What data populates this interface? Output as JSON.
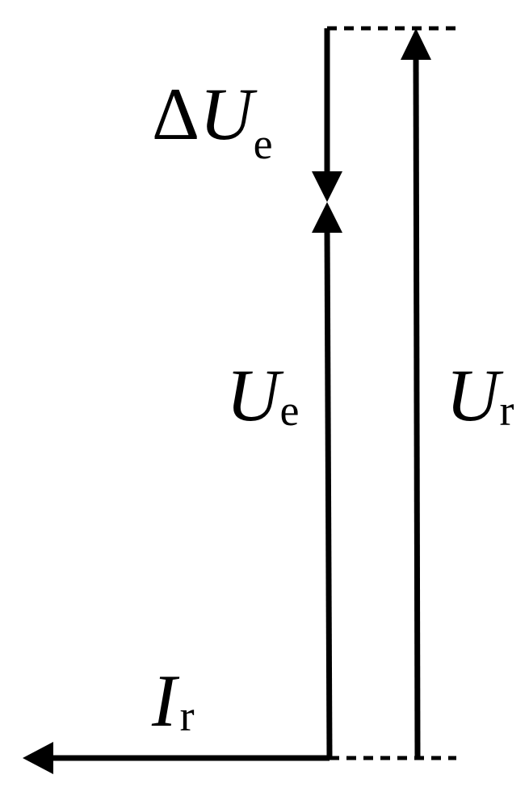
{
  "labels": {
    "delta_ue": {
      "delta": "Δ",
      "main": "U",
      "sub": "e"
    },
    "ue": {
      "main": "U",
      "sub": "e"
    },
    "ur": {
      "main": "U",
      "sub": "r"
    },
    "ir": {
      "main": "I",
      "sub": "r"
    }
  },
  "colors": {
    "stroke": "#000000",
    "background": "#ffffff"
  }
}
